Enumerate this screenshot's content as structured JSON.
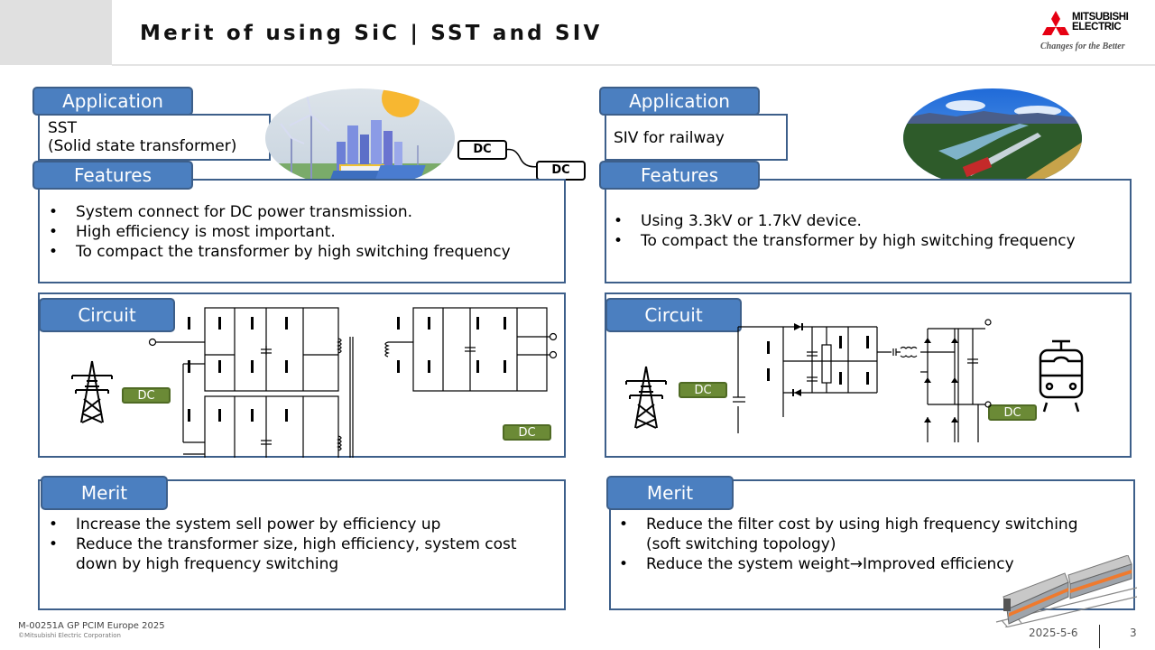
{
  "header": {
    "title": "Merit of using SiC | SST and SIV",
    "logo": {
      "brand_line1": "MITSUBISHI",
      "brand_line2": "ELECTRIC",
      "slogan": "Changes for the Better",
      "color": "#e60012"
    }
  },
  "left": {
    "application": {
      "label": "Application",
      "line1": "SST",
      "line2": "(Solid state transformer)",
      "image": "renewable-energy-city-illustration"
    },
    "dc_link": {
      "label_a": "DC",
      "label_b": "DC"
    },
    "features": {
      "label": "Features",
      "items": [
        "System connect for DC power transmission.",
        "High efficiency is most important.",
        "To compact the transformer by high switching frequency"
      ]
    },
    "circuit": {
      "label": "Circuit",
      "dc_in": "DC",
      "dc_out": "DC",
      "icon": "transmission-tower-icon"
    },
    "merit": {
      "label": "Merit",
      "items": [
        "Increase the system sell power by efficiency up",
        "Reduce the transformer size, high efficiency, system cost down by high frequency switching"
      ]
    }
  },
  "right": {
    "application": {
      "label": "Application",
      "line1": "SIV for railway",
      "image": "railway-landscape-photo"
    },
    "features": {
      "label": "Features",
      "items": [
        "Using 3.3kV or 1.7kV device.",
        "To compact the transformer by high switching frequency"
      ]
    },
    "circuit": {
      "label": "Circuit",
      "dc_in": "DC",
      "dc_out": "DC",
      "icon_left": "transmission-tower-icon",
      "icon_right": "train-front-icon"
    },
    "merit": {
      "label": "Merit",
      "items": [
        "Reduce the filter cost by using high frequency switching (soft switching topology)",
        "Reduce the system weight→Improved efficiency"
      ]
    }
  },
  "footer": {
    "doc_id": "M-00251A GP PCIM Europe 2025",
    "copyright": "©Mitsubishi Electric Corporation",
    "date": "2025-5-6",
    "page": "3"
  },
  "colors": {
    "tab_fill": "#4b7fc0",
    "border": "#3d5f8a",
    "dc_green": "#6b8a36"
  }
}
